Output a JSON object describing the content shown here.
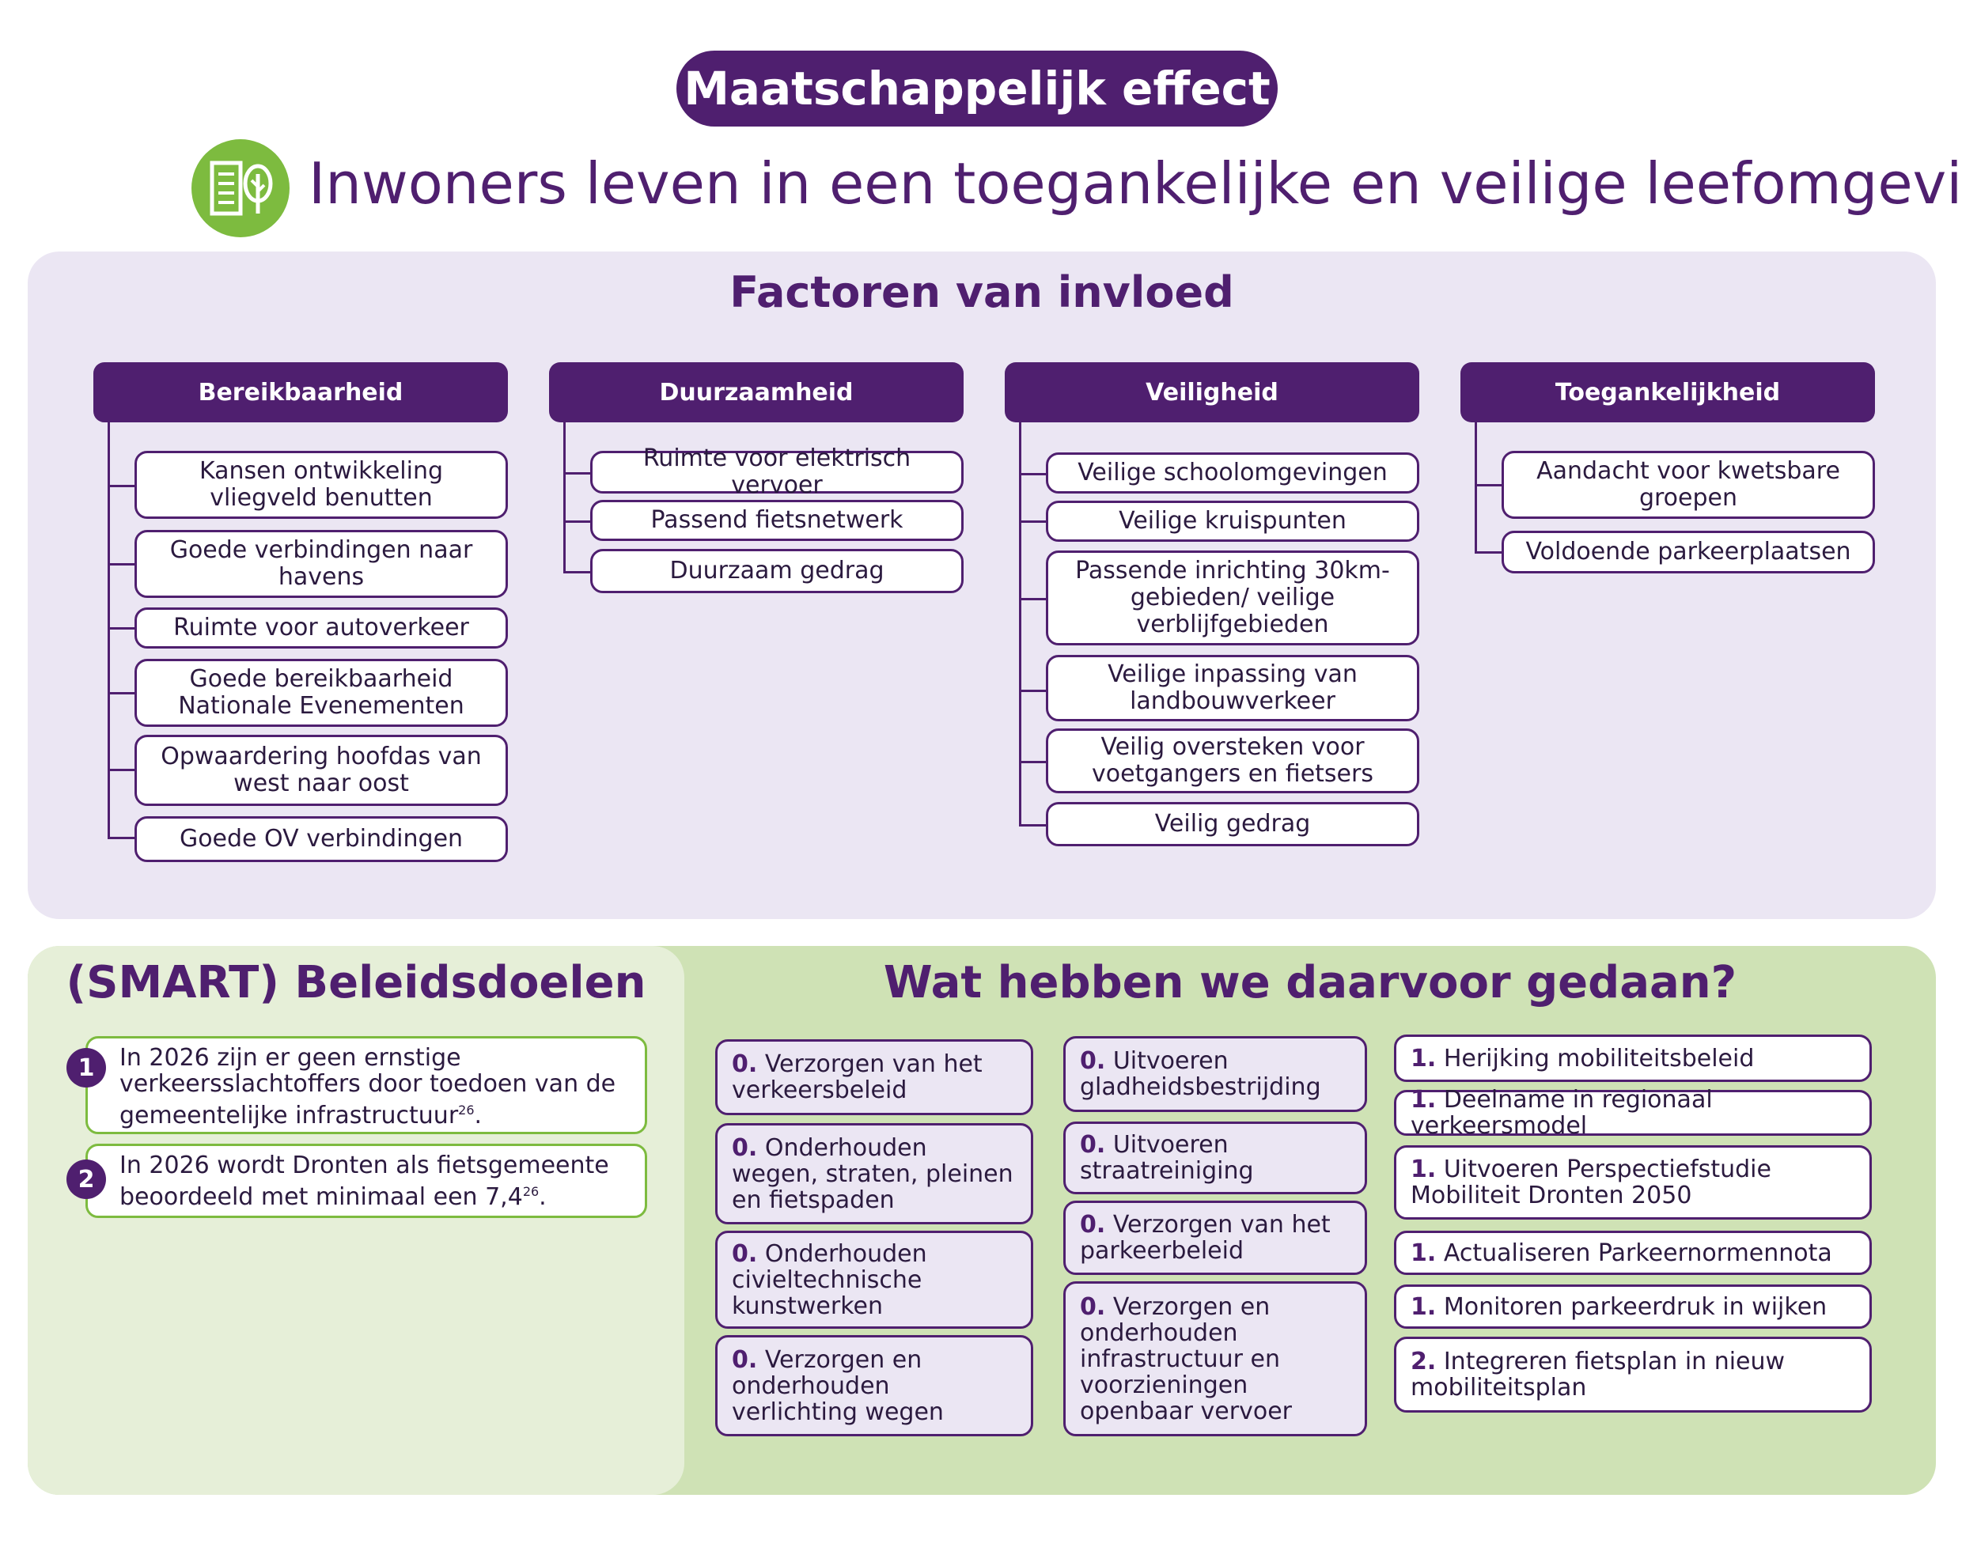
{
  "header": {
    "effect_label": "Maatschappelijk effect",
    "effect_text": "Inwoners leven in een toegankelijke en veilige leefomgeving",
    "icon": "city-tree-icon",
    "accent_color": "#4f1f6f",
    "green_color": "#7dbb3f"
  },
  "factors": {
    "title": "Factoren van invloed",
    "columns": [
      {
        "name": "Bereikbaarheid",
        "items": [
          "Kansen ontwikkeling vliegveld benutten",
          "Goede verbindingen naar havens",
          "Ruimte voor autoverkeer",
          "Goede bereikbaarheid Nationale Evenementen",
          "Opwaardering hoofdas van west naar oost",
          "Goede OV verbindingen"
        ]
      },
      {
        "name": "Duurzaamheid",
        "items": [
          "Ruimte voor elektrisch vervoer",
          "Passend fietsnetwerk",
          "Duurzaam gedrag"
        ]
      },
      {
        "name": "Veiligheid",
        "items": [
          "Veilige schoolomgevingen",
          "Veilige kruispunten",
          "Passende inrichting 30km-gebieden/ veilige verblijfgebieden",
          "Veilige inpassing van landbouwverkeer",
          "Veilig oversteken voor voetgangers en fietsers",
          "Veilig gedrag"
        ]
      },
      {
        "name": "Toegankelijkheid",
        "items": [
          "Aandacht voor kwetsbare groepen",
          "Voldoende parkeerplaatsen"
        ]
      }
    ]
  },
  "goals": {
    "title": "(SMART) Beleidsdoelen",
    "items": [
      {
        "num": "1",
        "text": "In 2026 zijn er geen ernstige verkeersslachtoffers door toedoen van de gemeentelijke infrastructuur",
        "sup": "26",
        "end": "."
      },
      {
        "num": "2",
        "text": "In 2026 wordt Dronten als fietsgemeente beoordeeld met minimaal een 7,4",
        "sup": "26",
        "end": "."
      }
    ]
  },
  "actions": {
    "title": "Wat hebben we daarvoor gedaan?",
    "col1": [
      {
        "num": "0.",
        "text": "Verzorgen van het verkeersbeleid"
      },
      {
        "num": "0.",
        "text": "Onderhouden wegen, straten, pleinen en fietspaden"
      },
      {
        "num": "0.",
        "text": "Onderhouden civieltechnische kunstwerken"
      },
      {
        "num": "0.",
        "text": "Verzorgen en onderhouden verlichting wegen"
      }
    ],
    "col2": [
      {
        "num": "0.",
        "text": "Uitvoeren gladheidsbestrijding"
      },
      {
        "num": "0.",
        "text": "Uitvoeren straatreiniging"
      },
      {
        "num": "0.",
        "text": "Verzorgen van het parkeerbeleid"
      },
      {
        "num": "0.",
        "text": "Verzorgen en onderhouden infrastructuur en voorzieningen openbaar vervoer"
      }
    ],
    "col3": [
      {
        "num": "1.",
        "text": "Herijking mobiliteitsbeleid"
      },
      {
        "num": "1.",
        "text": "Deelname in regionaal verkeersmodel"
      },
      {
        "num": "1.",
        "text": "Uitvoeren Perspectiefstudie Mobiliteit Dronten 2050"
      },
      {
        "num": "1.",
        "text": "Actualiseren Parkeernormennota"
      },
      {
        "num": "1.",
        "text": "Monitoren parkeerdruk in wijken"
      },
      {
        "num": "2.",
        "text": "Integreren fietsplan in nieuw mobiliteitsplan"
      }
    ]
  }
}
